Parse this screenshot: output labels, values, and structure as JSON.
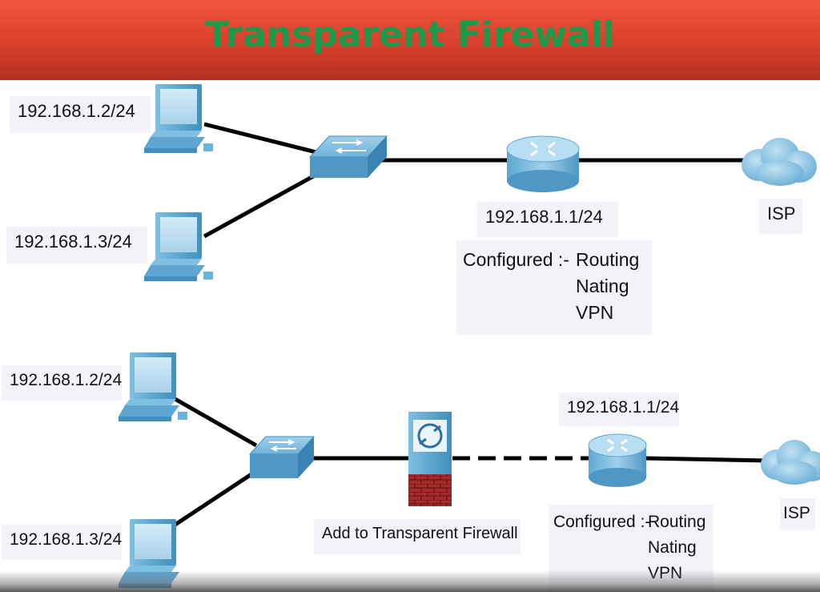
{
  "title": "Transparent Firewall",
  "colors": {
    "banner": "#d8402c",
    "title": "#1a9a4a",
    "device": "#4f9ec9",
    "link": "#000000",
    "firewall_brick": "#a62a2a"
  },
  "top": {
    "pc1_ip": "192.168.1.2/24",
    "pc2_ip": "192.168.1.3/24",
    "router_ip": "192.168.1.1/24",
    "isp": "ISP",
    "configured": {
      "prefix": "Configured :-",
      "items": [
        "Routing",
        "Nating",
        "VPN"
      ]
    }
  },
  "bottom": {
    "pc1_ip": "192.168.1.2/24",
    "pc2_ip": "192.168.1.3/24",
    "router_ip": "192.168.1.1/24",
    "isp": "ISP",
    "firewall_label": "Add to Transparent Firewall",
    "configured": {
      "prefix": "Configured :-",
      "items": [
        "Routing",
        "Nating",
        "VPN"
      ]
    }
  },
  "icons": {
    "pc": "pc-icon",
    "switch": "switch-icon",
    "router": "router-icon",
    "cloud": "cloud-icon",
    "firewall": "firewall-icon"
  }
}
